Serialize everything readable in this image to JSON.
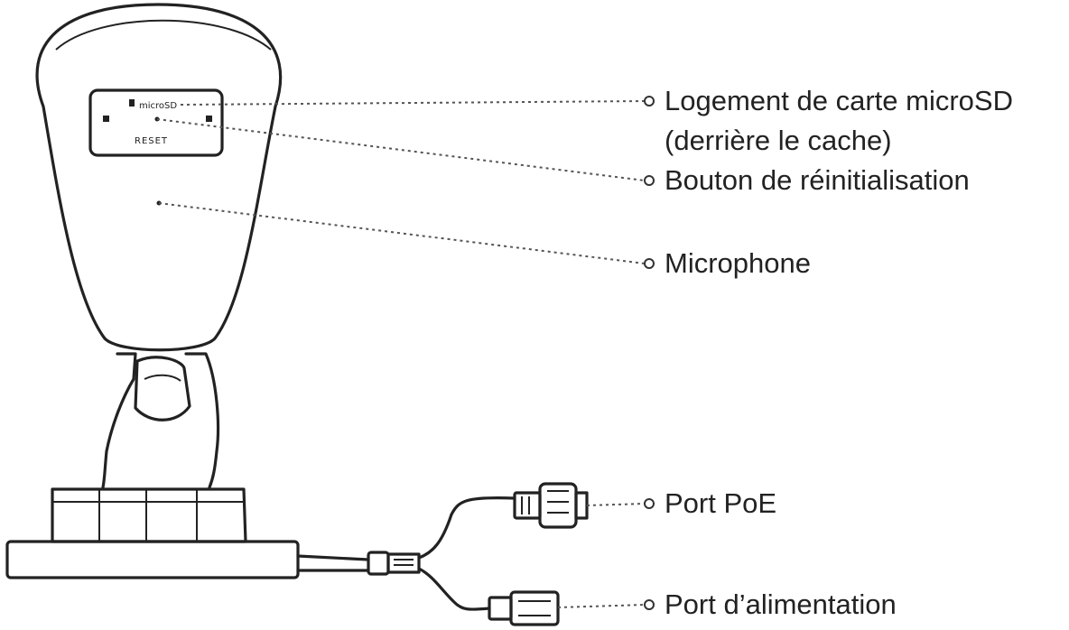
{
  "labels": {
    "microsd": "Logement de carte microSD",
    "microsd_sub": "(derrière le cache)",
    "reset": "Bouton de réinitialisation",
    "microphone": "Microphone",
    "poe": "Port PoE",
    "power": "Port d’alimentation"
  },
  "panel_text": {
    "microsd": "microSD",
    "reset": "RESET"
  },
  "colors": {
    "ink": "#222222",
    "background": "#ffffff"
  }
}
